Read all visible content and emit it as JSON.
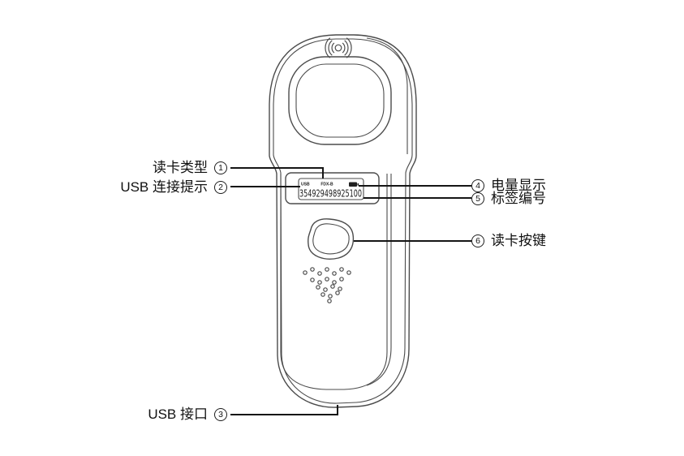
{
  "figure": {
    "title": "handheld-tag-reader-annotated-diagram"
  },
  "device": {
    "display": {
      "usb_status": "USB",
      "chip_type": "FDX-B",
      "tag_id": "354929498925100"
    },
    "icons": {
      "signal": "rfid-signal-icon",
      "battery": "battery-level-icon",
      "speaker": "speaker-grille-dots"
    }
  },
  "annotations": {
    "left": [
      {
        "num": "1",
        "label": "读卡类型"
      },
      {
        "num": "2",
        "label": "USB 连接提示"
      },
      {
        "num": "3",
        "label": "USB 接口"
      }
    ],
    "right": [
      {
        "num": "4",
        "label": "电量显示"
      },
      {
        "num": "5",
        "label": "标签编号"
      },
      {
        "num": "6",
        "label": "读卡按键"
      }
    ]
  },
  "colors": {
    "outline": "#4b4b4b",
    "leader_line": "#151515",
    "text": "#111111",
    "background": "#ffffff"
  }
}
